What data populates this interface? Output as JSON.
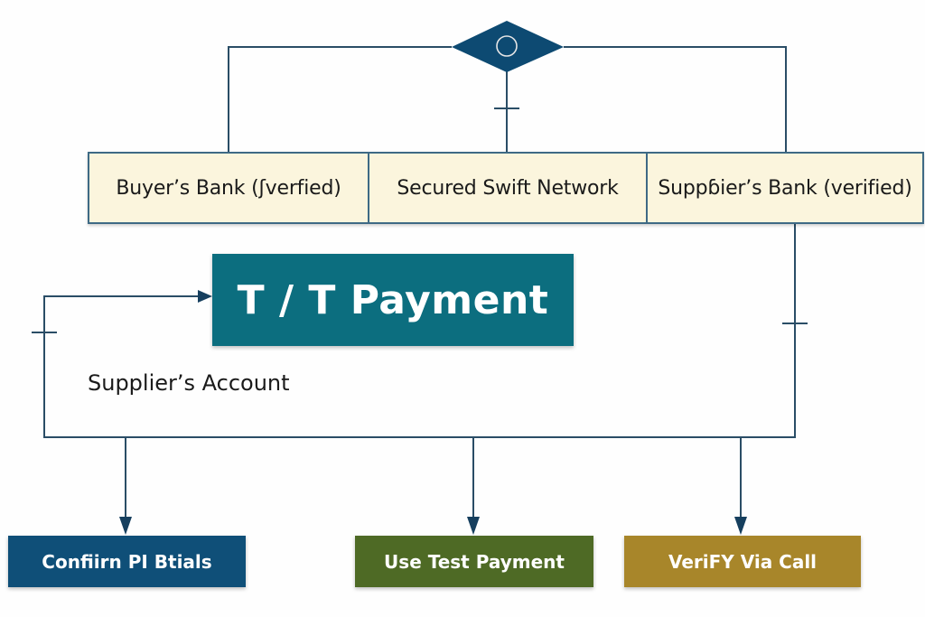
{
  "diagram": {
    "decision_node": {
      "icon": "circle-in-diamond-icon",
      "color": "#0d4a72"
    },
    "banks": [
      {
        "label": "Buyer’s Bank (ʃverfied)"
      },
      {
        "label": "Secured Swift Network"
      },
      {
        "label": "Suppɓier’s Bank (verified)"
      }
    ],
    "main_box": {
      "label": "T / T Payment",
      "color": "#0c6e7f"
    },
    "account_label": "Supplier’s Account",
    "actions": [
      {
        "label": "Confiirn PI Btials",
        "color": "#0f4f78"
      },
      {
        "label": "Use Test Payment",
        "color": "#4e6a25"
      },
      {
        "label": "VeriFY Via Call",
        "color": "#a8862a"
      }
    ],
    "colors": {
      "line": "#2a4d66",
      "bank_fill": "#fbf5dd",
      "bank_border": "#3e6a85"
    }
  }
}
